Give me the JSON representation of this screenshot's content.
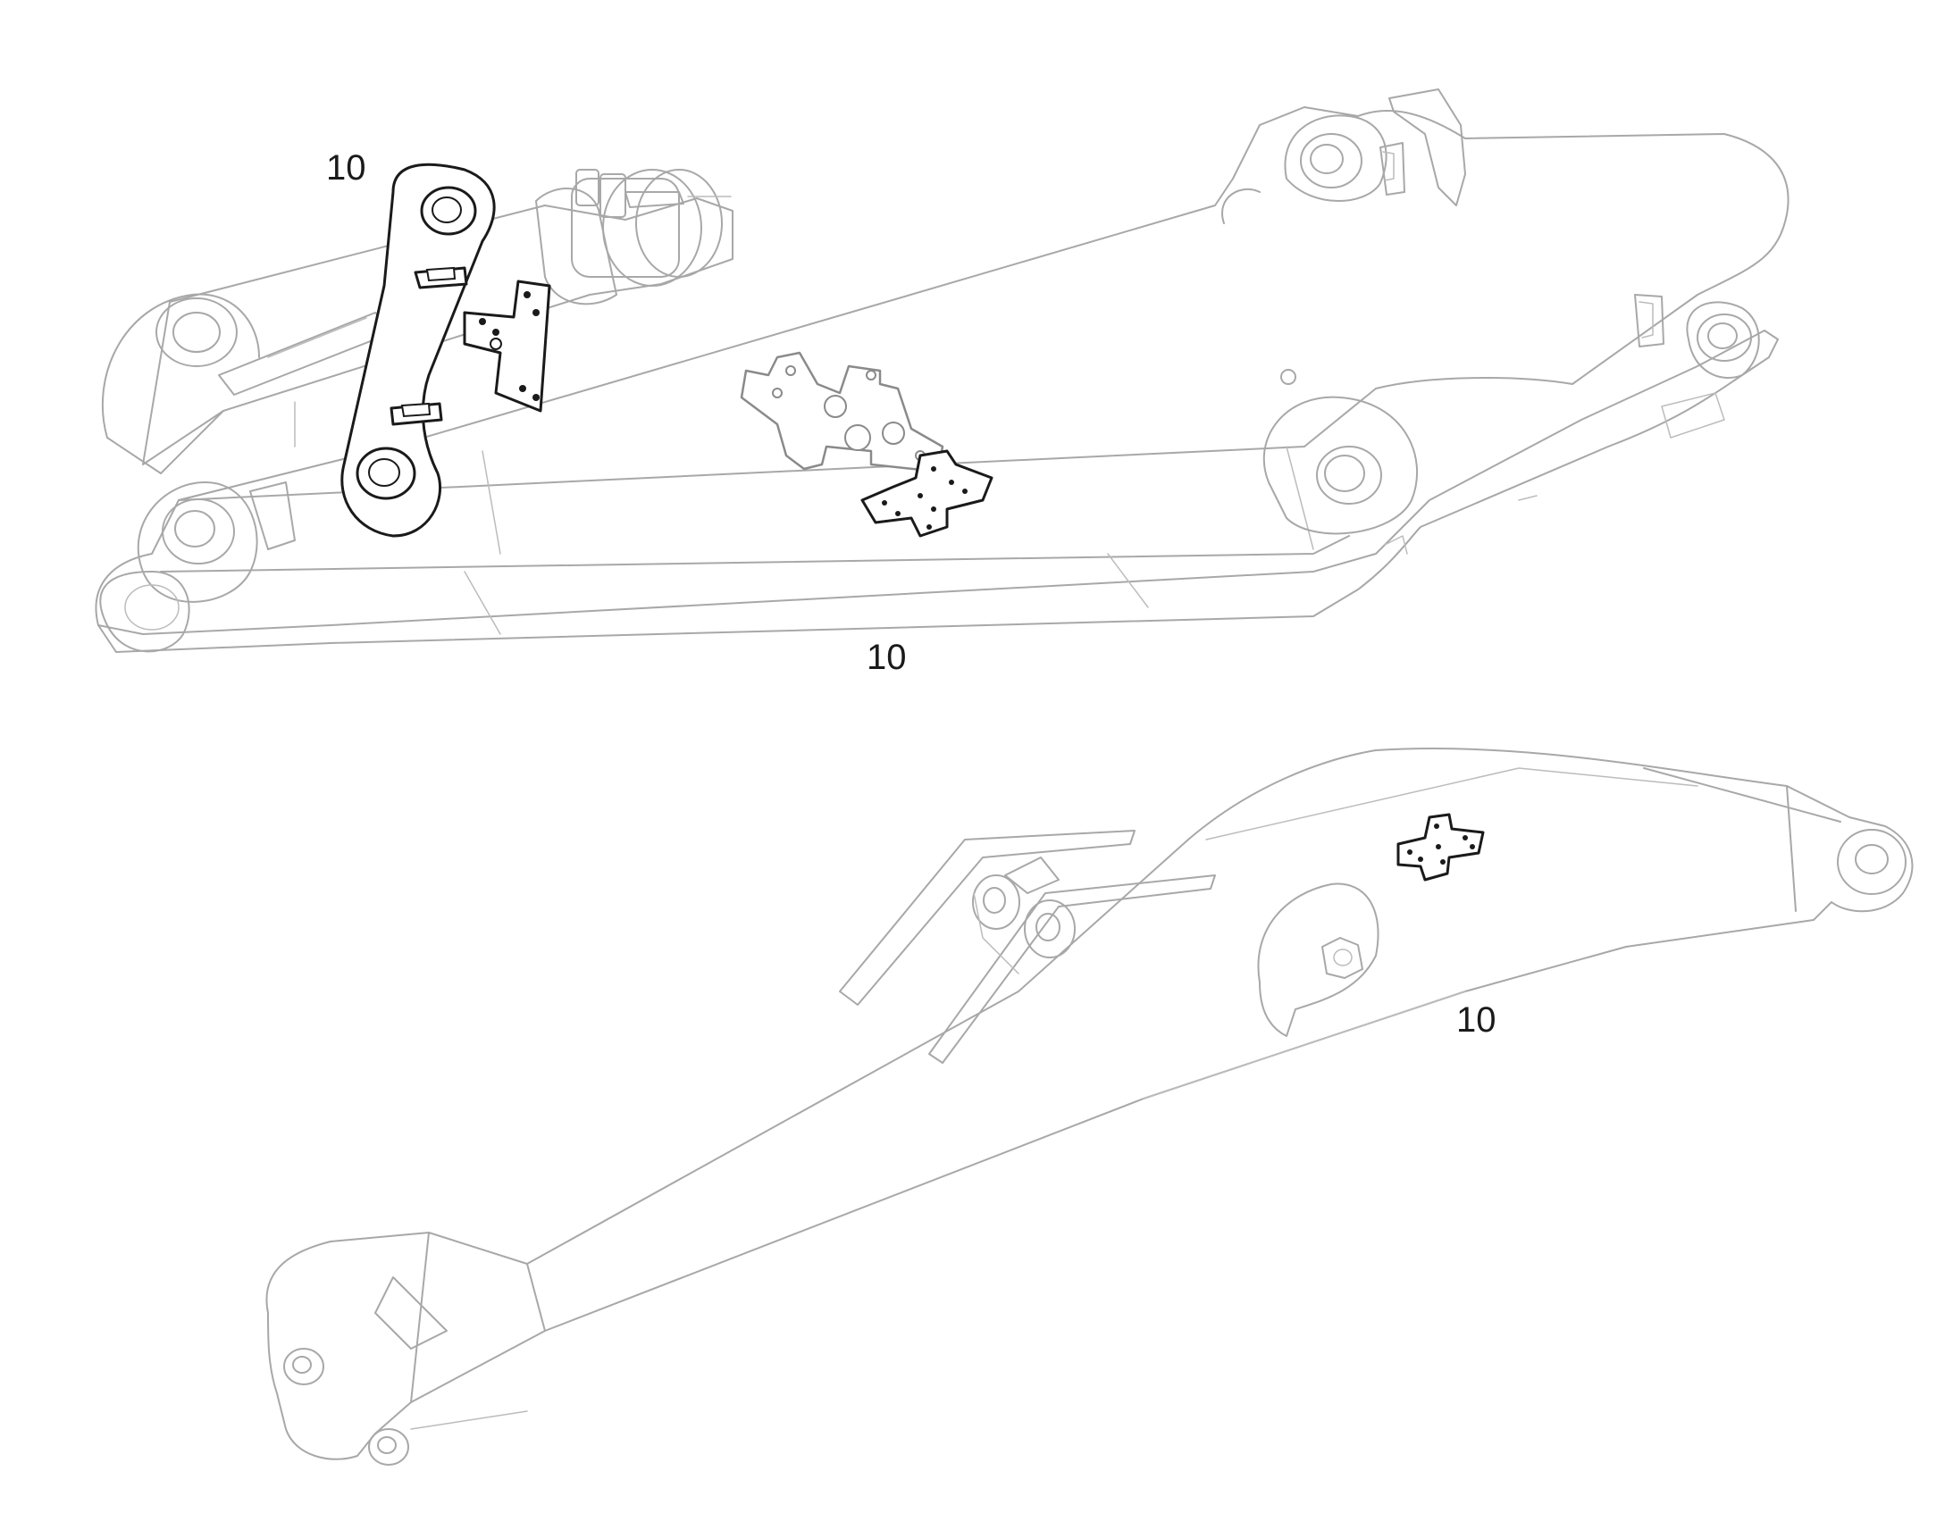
{
  "callouts": [
    {
      "id": "upper-left",
      "label": "10"
    },
    {
      "id": "upper-bottom",
      "label": "10"
    },
    {
      "id": "lower-right",
      "label": "10"
    }
  ],
  "components": {
    "upper": "excavator-boom",
    "lower": "excavator-arm"
  },
  "colors": {
    "outline": "#a8a8a8",
    "highlight": "#1a1a1a",
    "background": "#ffffff"
  }
}
